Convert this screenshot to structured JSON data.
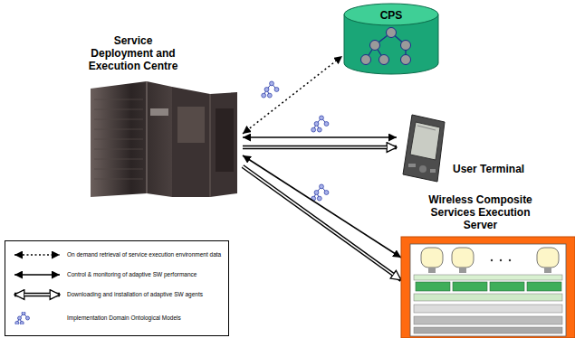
{
  "diagram": {
    "nodes": [
      {
        "text": [
          "Service Deployment and Execution Centre"
        ]
      },
      {
        "text": [
          "CPS"
        ]
      },
      {
        "text": [
          "User Terminal"
        ]
      },
      {
        "text": [
          "Wireless Composite Services Execution Server"
        ]
      }
    ],
    "edges": [
      {
        "from": 0,
        "to": 1,
        "arrow": "both"
      },
      {
        "from": 0,
        "to": 2,
        "arrow": "both"
      },
      {
        "from": 0,
        "to": 2,
        "arrow": "to"
      },
      {
        "from": 0,
        "to": 3,
        "arrow": "both"
      },
      {
        "from": 0,
        "to": 3,
        "arrow": "to"
      }
    ],
    "legend": [
      {
        "text": "On demand retrieval of service execution environment data"
      },
      {
        "text": "Control & monitoring of adaptive SW performance"
      },
      {
        "text": "Downloading and installation of adaptive SW agents"
      },
      {
        "text": "Implementation Domain Ontological Models"
      }
    ]
  }
}
